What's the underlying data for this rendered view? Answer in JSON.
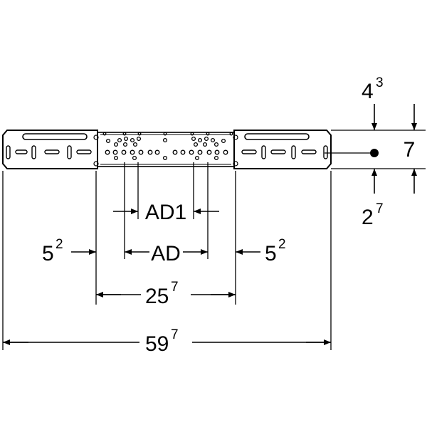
{
  "dimensions": {
    "overall_width": {
      "main": "59",
      "sup": "7"
    },
    "bracket_length": {
      "main": "25",
      "sup": "7"
    },
    "left_offset": {
      "main": "5",
      "sup": "2"
    },
    "right_offset": {
      "main": "5",
      "sup": "2"
    },
    "ad": {
      "label": "AD"
    },
    "ad1": {
      "label": "AD1"
    },
    "height": {
      "main": "7"
    },
    "top_offset": {
      "main": "4",
      "sup": "3"
    },
    "bottom_offset": {
      "main": "2",
      "sup": "7"
    }
  },
  "colors": {
    "line": "#000000",
    "background": "#ffffff"
  }
}
